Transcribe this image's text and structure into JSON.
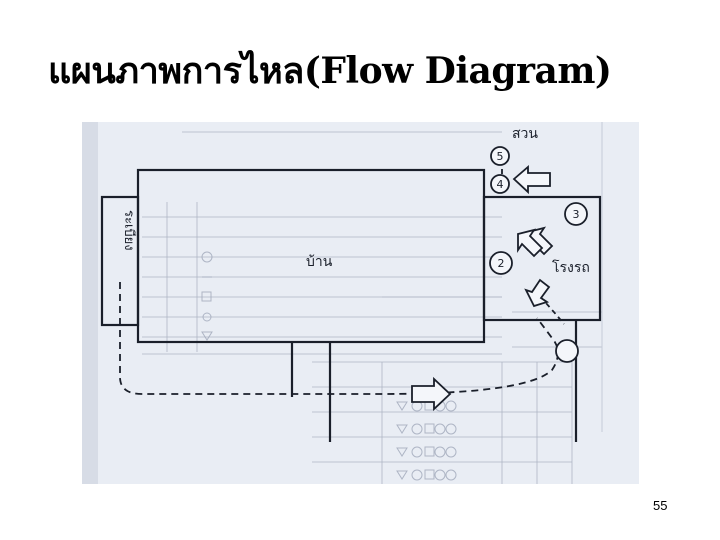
{
  "slide": {
    "title_thai": "แผนภาพการไหล",
    "title_latin": "(Flow Diagram)",
    "page_number": "55"
  },
  "diagram": {
    "labels": {
      "garden": "สวน",
      "house": "บ้าน",
      "veranda": "ระเบียง",
      "barn": "โรงรถ"
    },
    "step_numbers": [
      "5",
      "4",
      "3",
      "2"
    ]
  },
  "colors": {
    "paper": "#e9edf4",
    "ink": "#1a1f2a",
    "form_ink": "#8e97ab"
  }
}
